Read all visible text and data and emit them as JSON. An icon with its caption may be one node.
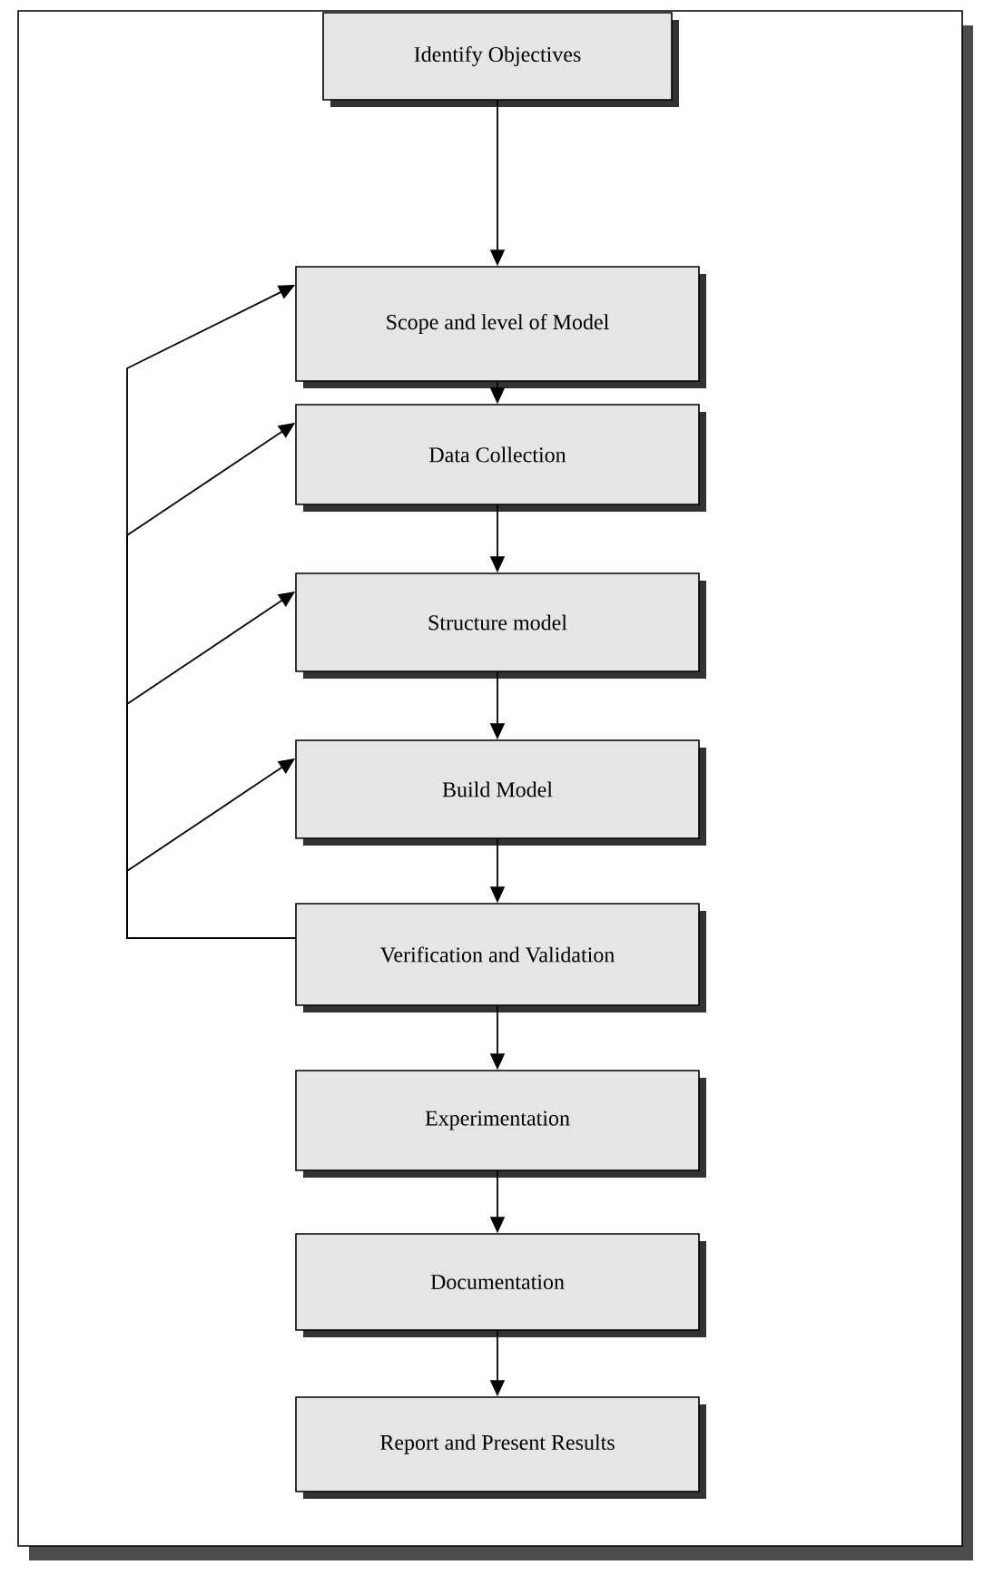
{
  "diagram": {
    "nodes": [
      {
        "text": [
          "Identify Objectives"
        ]
      },
      {
        "text": [
          "Scope and level of Model"
        ]
      },
      {
        "text": [
          "Data Collection"
        ]
      },
      {
        "text": [
          "Structure model"
        ]
      },
      {
        "text": [
          "Build Model"
        ]
      },
      {
        "text": [
          "Verification and Validation"
        ]
      },
      {
        "text": [
          "Experimentation"
        ]
      },
      {
        "text": [
          "Documentation"
        ]
      },
      {
        "text": [
          "Report and Present Results"
        ]
      }
    ],
    "edges": [
      {
        "from": 0,
        "to": 1,
        "arrow": "to"
      },
      {
        "from": 1,
        "to": 2,
        "arrow": "to"
      },
      {
        "from": 2,
        "to": 3,
        "arrow": "to"
      },
      {
        "from": 3,
        "to": 4,
        "arrow": "to"
      },
      {
        "from": 4,
        "to": 5,
        "arrow": "to"
      },
      {
        "from": 5,
        "to": 6,
        "arrow": "to"
      },
      {
        "from": 6,
        "to": 7,
        "arrow": "to"
      },
      {
        "from": 7,
        "to": 8,
        "arrow": "to"
      },
      {
        "from": 5,
        "to": 1,
        "arrow": "to"
      },
      {
        "from": 5,
        "to": 2,
        "arrow": "to"
      },
      {
        "from": 5,
        "to": 3,
        "arrow": "to"
      },
      {
        "from": 5,
        "to": 4,
        "arrow": "to"
      }
    ]
  }
}
